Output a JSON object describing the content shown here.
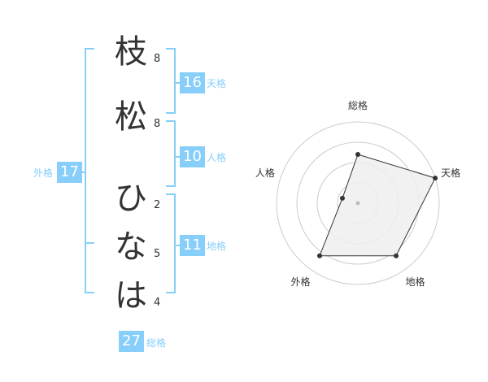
{
  "name": {
    "chars": [
      {
        "char": "枝",
        "strokes": "8"
      },
      {
        "char": "松",
        "strokes": "8"
      },
      {
        "char": "ひ",
        "strokes": "2"
      },
      {
        "char": "な",
        "strokes": "5"
      },
      {
        "char": "は",
        "strokes": "4"
      }
    ]
  },
  "fortunes": {
    "tenkaku": {
      "value": "16",
      "label": "天格"
    },
    "jinkaku": {
      "value": "10",
      "label": "人格"
    },
    "chikaku": {
      "value": "11",
      "label": "地格"
    },
    "gaikaku": {
      "value": "17",
      "label": "外格"
    },
    "soukaku": {
      "value": "27",
      "label": "総格"
    }
  },
  "chart_data": {
    "type": "radar",
    "axes": [
      "総格",
      "天格",
      "地格",
      "外格",
      "人格"
    ],
    "values": [
      3,
      5,
      4,
      4,
      1
    ],
    "max": 5,
    "rings": 4,
    "grid": true
  },
  "colors": {
    "accent": "#87cefa",
    "text": "#333333",
    "grid": "#cccccc",
    "fill": "#eeeeee",
    "point": "#333333"
  }
}
